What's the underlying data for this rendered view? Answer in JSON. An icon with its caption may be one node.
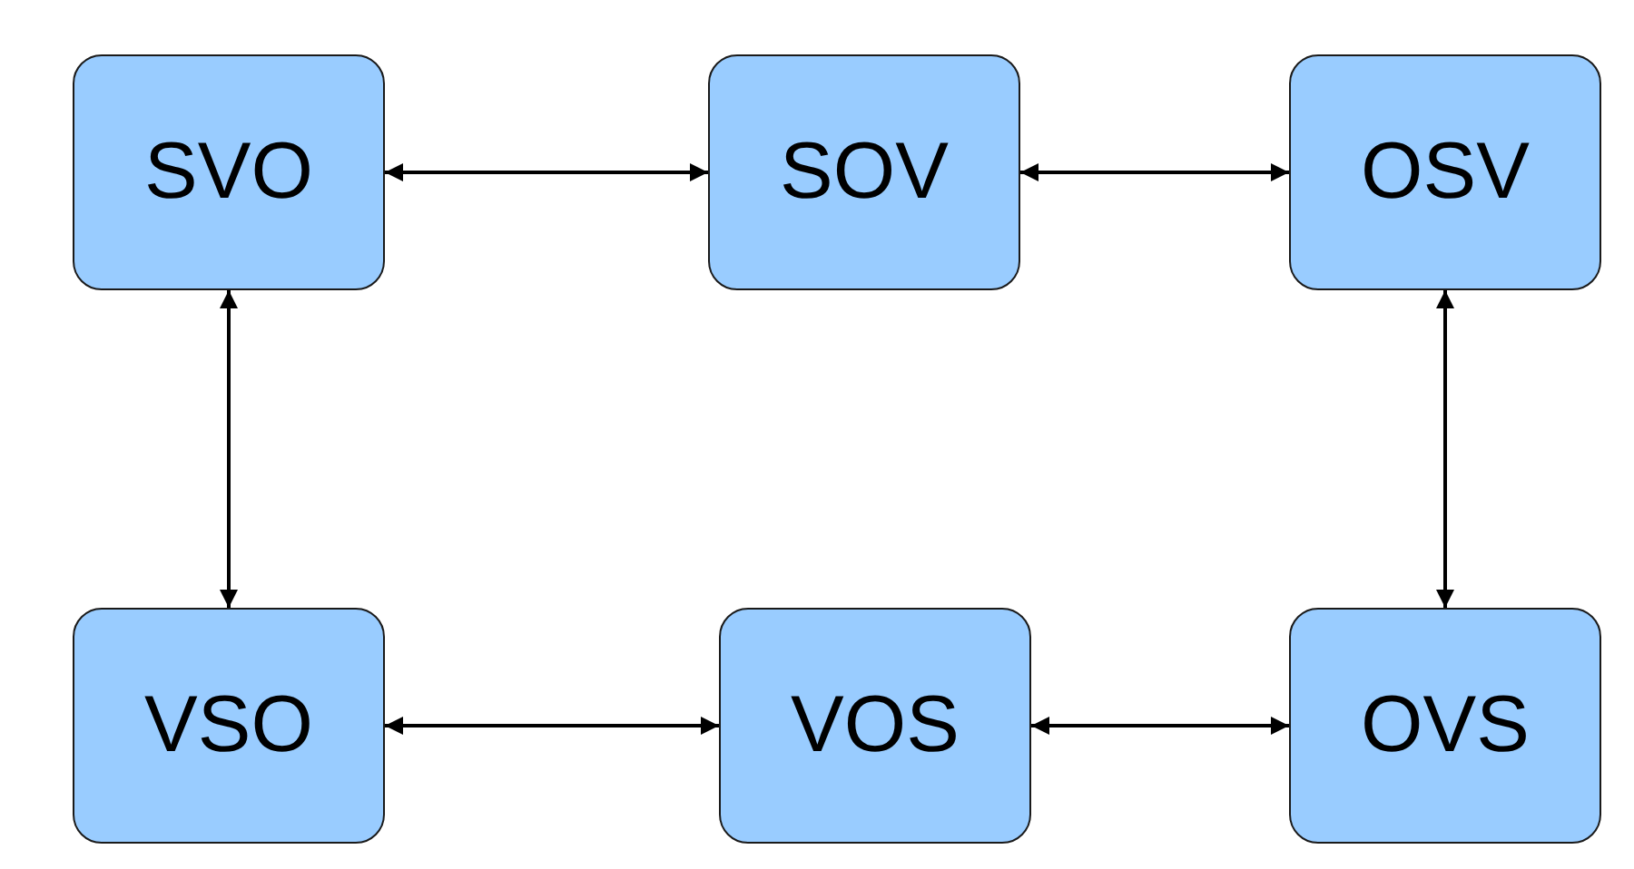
{
  "diagram": {
    "nodes": [
      {
        "text": [
          "SVO"
        ]
      },
      {
        "text": [
          "SOV"
        ]
      },
      {
        "text": [
          "OSV"
        ]
      },
      {
        "text": [
          "VSO"
        ]
      },
      {
        "text": [
          "VOS"
        ]
      },
      {
        "text": [
          "OVS"
        ]
      }
    ],
    "edges": [
      {
        "from": 0,
        "to": 1,
        "arrow": "both"
      },
      {
        "from": 1,
        "to": 2,
        "arrow": "both"
      },
      {
        "from": 0,
        "to": 3,
        "arrow": "both"
      },
      {
        "from": 2,
        "to": 5,
        "arrow": "both"
      },
      {
        "from": 3,
        "to": 4,
        "arrow": "both"
      },
      {
        "from": 4,
        "to": 5,
        "arrow": "both"
      }
    ]
  }
}
